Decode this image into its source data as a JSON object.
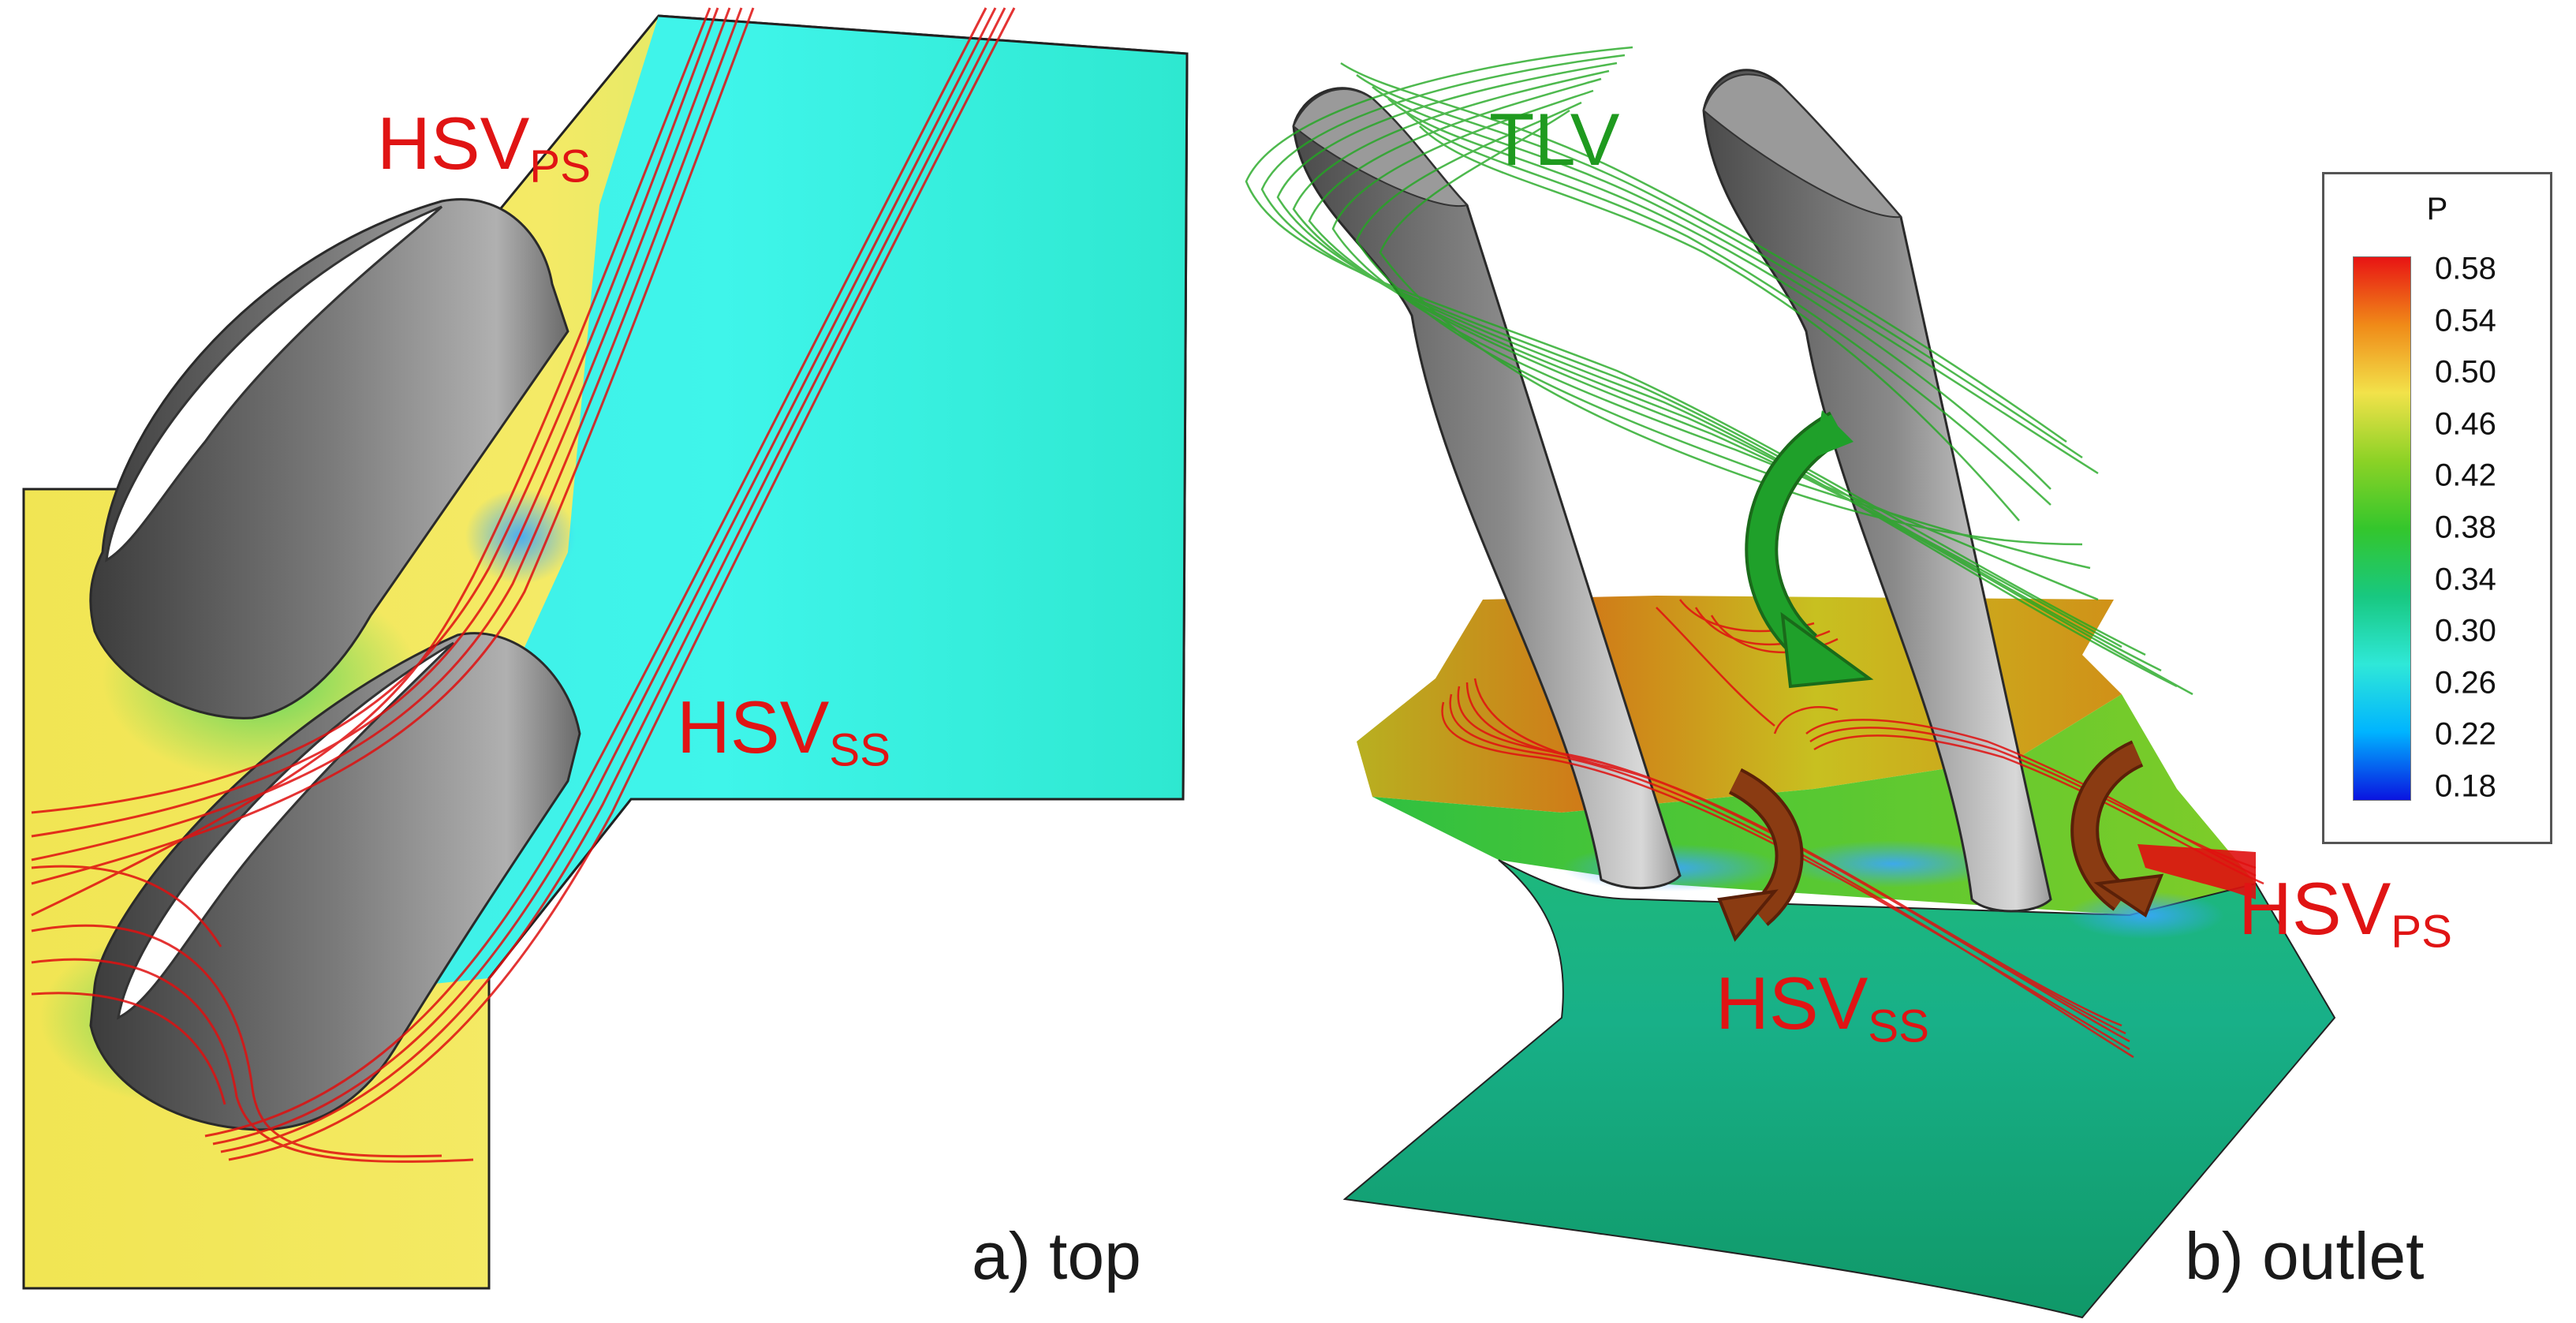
{
  "panels": {
    "top": {
      "caption": "a) top",
      "labels": {
        "hsv_ps": {
          "main": "HSV",
          "sub": "PS"
        },
        "hsv_ss": {
          "main": "HSV",
          "sub": "SS"
        }
      }
    },
    "outlet": {
      "caption": "b) outlet",
      "labels": {
        "tlv": "TLV",
        "hsv_ps": {
          "main": "HSV",
          "sub": "PS"
        },
        "hsv_ss": {
          "main": "HSV",
          "sub": "SS"
        }
      }
    }
  },
  "legend": {
    "title": "P",
    "ticks": [
      "0.58",
      "0.54",
      "0.50",
      "0.46",
      "0.42",
      "0.38",
      "0.34",
      "0.30",
      "0.26",
      "0.22",
      "0.18"
    ],
    "value_min": 0.18,
    "value_max": 0.58,
    "colormap": [
      "#0a14e0",
      "#00b4ff",
      "#2fe8d8",
      "#18c880",
      "#34c62c",
      "#8cd226",
      "#f2e24a",
      "#f08a18",
      "#e81414"
    ]
  },
  "colors": {
    "streamline_red": "#e01010",
    "streamline_green": "#22a822",
    "blade_gray": "#6b6b6b",
    "arrow_green": "#1fa02a",
    "arrow_brown": "#8a3b12"
  }
}
